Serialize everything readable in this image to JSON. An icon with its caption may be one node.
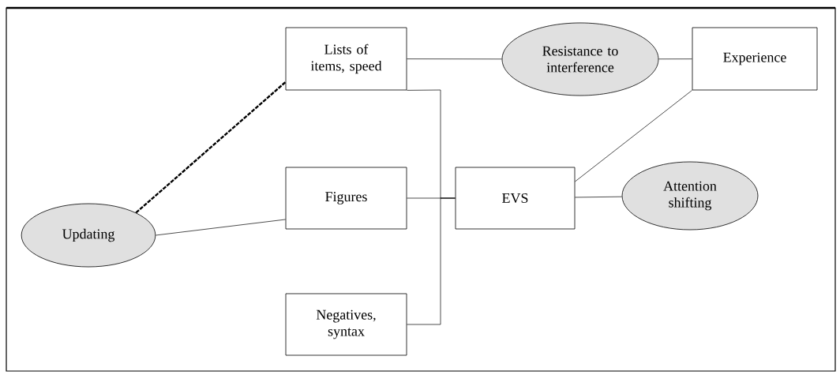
{
  "diagram": {
    "nodes": [
      {
        "text": [
          "Lists of items, speed"
        ]
      },
      {
        "text": [
          "Resistance to interference"
        ]
      },
      {
        "text": [
          "Experience"
        ]
      },
      {
        "text": [
          "Updating"
        ]
      },
      {
        "text": [
          "Figures"
        ]
      },
      {
        "text": [
          "EVS"
        ]
      },
      {
        "text": [
          "Attention shifting"
        ]
      },
      {
        "text": [
          "Negatives, syntax"
        ]
      }
    ],
    "edges": [
      {
        "from": 3,
        "to": 0,
        "arrow": "none",
        "style": "dashed"
      },
      {
        "from": 3,
        "to": 4,
        "arrow": "none"
      },
      {
        "from": 0,
        "to": 1,
        "arrow": "none"
      },
      {
        "from": 1,
        "to": 2,
        "arrow": "none"
      },
      {
        "from": 0,
        "to": 5,
        "arrow": "none"
      },
      {
        "from": 4,
        "to": 5,
        "arrow": "none"
      },
      {
        "from": 7,
        "to": 5,
        "arrow": "none"
      },
      {
        "from": 5,
        "to": 2,
        "arrow": "none"
      },
      {
        "from": 5,
        "to": 6,
        "arrow": "none"
      }
    ]
  }
}
